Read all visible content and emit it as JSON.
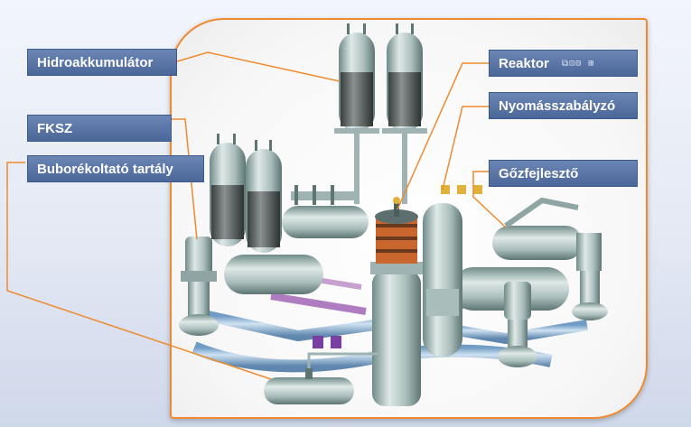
{
  "labels": {
    "hidroakkumulator": "Hidroakkumulátor",
    "fksz": "FKSZ",
    "buborekoltato": "Buborékoltató tartály",
    "reaktor": "Reaktor",
    "nyomasszabalyzo": "Nyomásszabályzó",
    "gozfejleszto": "Gőzfejlesztő"
  },
  "colors": {
    "frame_border": "#f08a2e",
    "label_fill": "#4b6799",
    "leader_line": "#f08a2e",
    "vessel": "#b9cbc9",
    "vessel_dark": "#6f8b88",
    "pipe_blue": "#8fb5d8",
    "pipe_purple": "#b07cc0",
    "reactor_core": "#c9662e"
  },
  "icons": {
    "reactor_label_glyphs": "window-control-glyphs"
  }
}
